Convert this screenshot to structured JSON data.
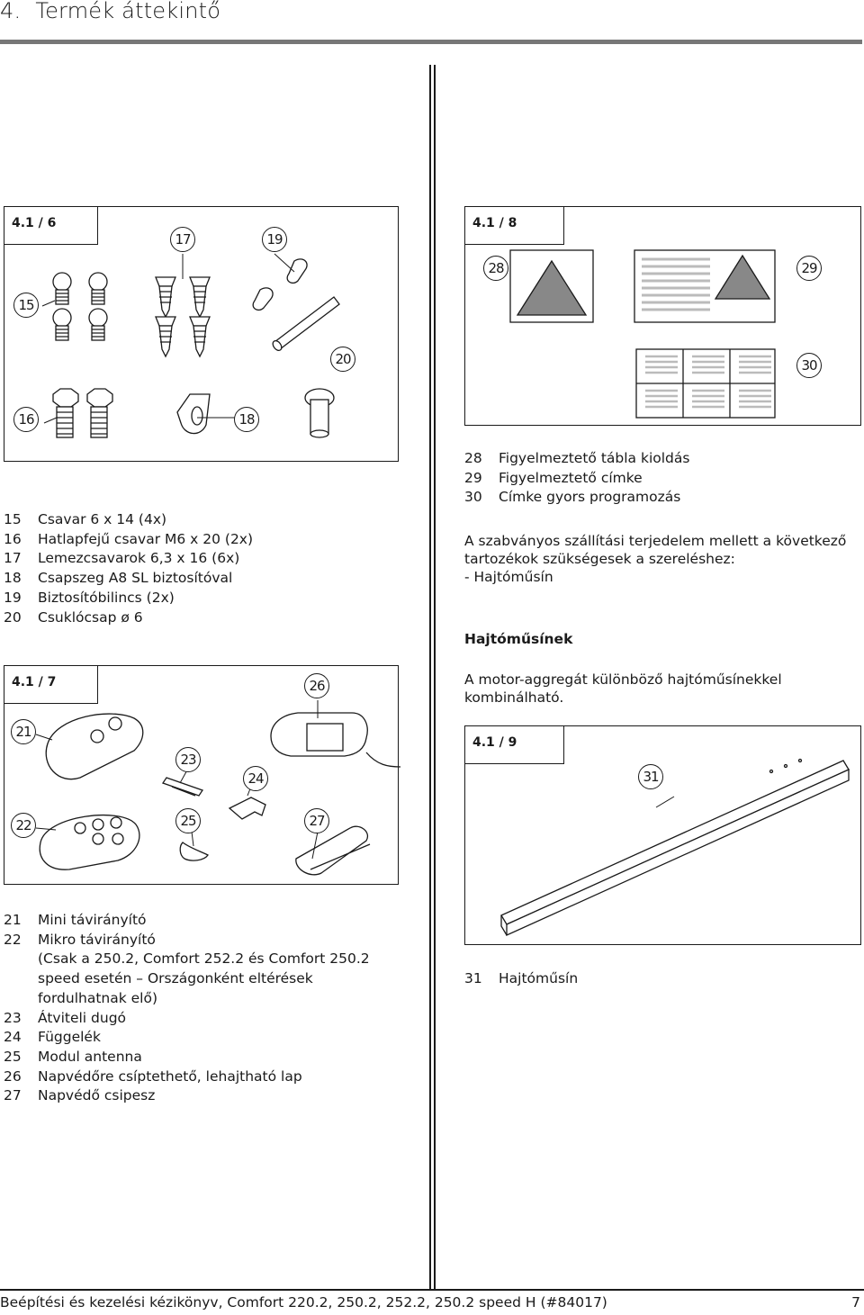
{
  "header": {
    "section_number": "4.",
    "title": "Termék áttekintő"
  },
  "panel_6": {
    "figure_label": "4.1 / 6",
    "callouts": [
      "15",
      "16",
      "17",
      "18",
      "19",
      "20"
    ],
    "legend": [
      {
        "n": "15",
        "text": "Csavar 6 x 14 (4x)"
      },
      {
        "n": "16",
        "text": "Hatlapfejű csavar M6 x 20 (2x)"
      },
      {
        "n": "17",
        "text": "Lemezcsavarok 6,3 x 16 (6x)"
      },
      {
        "n": "18",
        "text": "Csapszeg A8 SL biztosítóval"
      },
      {
        "n": "19",
        "text": "Biztosítóbilincs (2x)"
      },
      {
        "n": "20",
        "text": "Csuklócsap ø 6"
      }
    ]
  },
  "panel_7": {
    "figure_label": "4.1 / 7",
    "callouts": [
      "21",
      "22",
      "23",
      "24",
      "25",
      "26",
      "27"
    ],
    "legend": [
      {
        "n": "21",
        "text": "Mini távirányító"
      },
      {
        "n": "22",
        "text": "Mikro távirányító"
      },
      {
        "n": "",
        "text": "(Csak a 250.2, Comfort 252.2 és Comfort 250.2"
      },
      {
        "n": "",
        "text": "speed esetén – Országonként eltérések"
      },
      {
        "n": "",
        "text": "fordulhatnak elő)"
      },
      {
        "n": "23",
        "text": "Átviteli dugó"
      },
      {
        "n": "24",
        "text": "Függelék"
      },
      {
        "n": "25",
        "text": "Modul antenna"
      },
      {
        "n": "26",
        "text": "Napvédőre csíptethető, lehajtható lap"
      },
      {
        "n": "27",
        "text": "Napvédő csipesz"
      }
    ]
  },
  "panel_8": {
    "figure_label": "4.1 / 8",
    "callouts": [
      "28",
      "29",
      "30"
    ],
    "legend": [
      {
        "n": "28",
        "text": "Figyelmeztető tábla kioldás"
      },
      {
        "n": "29",
        "text": "Figyelmeztető címke"
      },
      {
        "n": "30",
        "text": "Címke gyors programozás"
      }
    ],
    "note_lines": [
      "A szabványos szállítási terjedelem mellett a következő",
      "tartozékok szükségesek a szereléshez:",
      "- Hajtóműsín"
    ]
  },
  "section_rail": {
    "heading": "Hajtóműsínek",
    "text_lines": [
      "A motor-aggregát különböző hajtóműsínekkel",
      "kombinálható."
    ]
  },
  "panel_9": {
    "figure_label": "4.1 / 9",
    "callouts": [
      "31"
    ],
    "legend": [
      {
        "n": "31",
        "text": "Hajtóműsín"
      }
    ]
  },
  "footer": {
    "text": "Beépítési és kezelési kézikönyv, Comfort 220.2, 250.2, 252.2, 250.2 speed H (#84017)",
    "page": "7"
  }
}
